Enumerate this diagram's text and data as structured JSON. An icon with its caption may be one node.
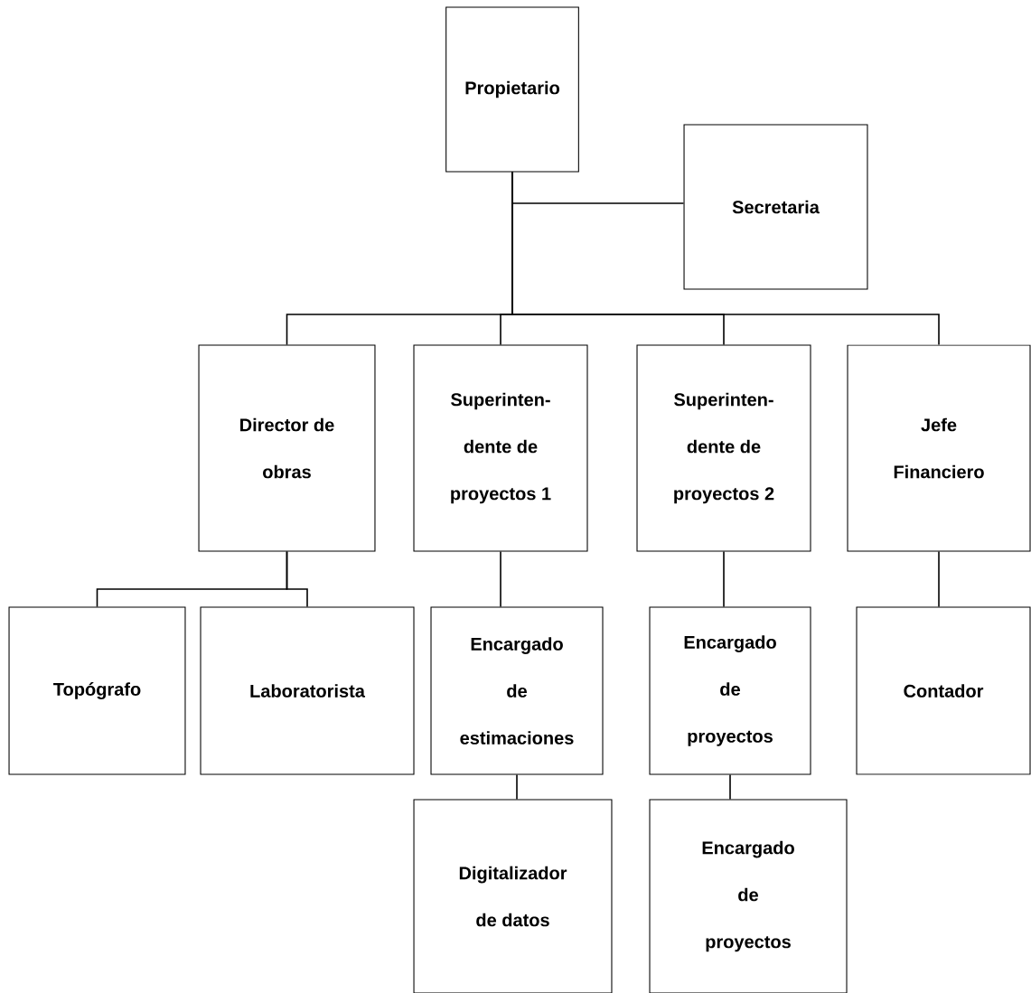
{
  "diagram": {
    "nodes": [
      {
        "text": [
          "Propietario"
        ]
      },
      {
        "text": [
          "Secretaria"
        ]
      },
      {
        "text": [
          "Director de obras"
        ]
      },
      {
        "text": [
          "Superinten- dente de proyectos 1"
        ]
      },
      {
        "text": [
          "Superinten- dente de proyectos 2"
        ]
      },
      {
        "text": [
          "Jefe Financiero"
        ]
      },
      {
        "text": [
          "Topógrafo"
        ]
      },
      {
        "text": [
          "Laboratorista"
        ]
      },
      {
        "text": [
          "Encargado de estimaciones"
        ]
      },
      {
        "text": [
          "Encargado de proyectos"
        ]
      },
      {
        "text": [
          "Contador"
        ]
      },
      {
        "text": [
          "Digitalizador de datos"
        ]
      },
      {
        "text": [
          "Encargado de proyectos"
        ]
      }
    ],
    "edges": [
      {
        "from": 0,
        "to": 1,
        "arrow": "none"
      },
      {
        "from": 0,
        "to": 2,
        "arrow": "none"
      },
      {
        "from": 0,
        "to": 3,
        "arrow": "none"
      },
      {
        "from": 0,
        "to": 4,
        "arrow": "none"
      },
      {
        "from": 0,
        "to": 5,
        "arrow": "none"
      },
      {
        "from": 2,
        "to": 6,
        "arrow": "none"
      },
      {
        "from": 2,
        "to": 7,
        "arrow": "none"
      },
      {
        "from": 3,
        "to": 8,
        "arrow": "none"
      },
      {
        "from": 4,
        "to": 9,
        "arrow": "none"
      },
      {
        "from": 5,
        "to": 10,
        "arrow": "none"
      },
      {
        "from": 8,
        "to": 11,
        "arrow": "none"
      },
      {
        "from": 9,
        "to": 12,
        "arrow": "none"
      }
    ]
  }
}
